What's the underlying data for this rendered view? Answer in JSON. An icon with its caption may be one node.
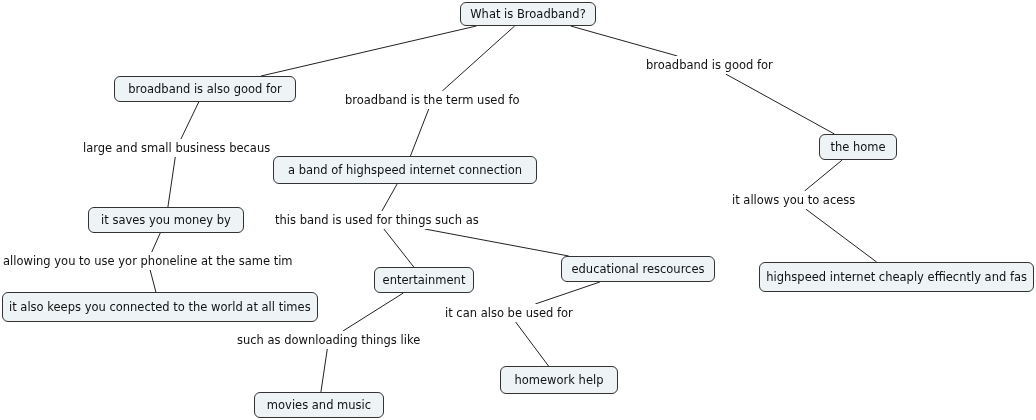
{
  "diagram": {
    "nodes": [
      {
        "text": [
          "What is Broadband?"
        ]
      },
      {
        "text": [
          "broadband is also good for"
        ]
      },
      {
        "text": [
          "broadband is the term used fo"
        ]
      },
      {
        "text": [
          "broadband is good for"
        ]
      },
      {
        "text": [
          "large and small business becaus"
        ]
      },
      {
        "text": [
          "a band of highspeed internet connection"
        ]
      },
      {
        "text": [
          "the home"
        ]
      },
      {
        "text": [
          "this band is used for things such as"
        ]
      },
      {
        "text": [
          "it allows you to acess"
        ]
      },
      {
        "text": [
          "it saves you money by"
        ]
      },
      {
        "text": [
          "allowing you to use yor phoneline at the same tim"
        ]
      },
      {
        "text": [
          "entertainment"
        ]
      },
      {
        "text": [
          "educational rescources"
        ]
      },
      {
        "text": [
          "highspeed internet cheaply effiecntly and fas"
        ]
      },
      {
        "text": [
          "it also keeps you connected to the world at all times"
        ]
      },
      {
        "text": [
          "it can also be used for"
        ]
      },
      {
        "text": [
          "such as downloading things like"
        ]
      },
      {
        "text": [
          "homework help"
        ]
      },
      {
        "text": [
          "movies and music"
        ]
      }
    ],
    "edges": [
      {
        "from": 0,
        "to": 1,
        "arrow": "none"
      },
      {
        "from": 0,
        "to": 2,
        "arrow": "none"
      },
      {
        "from": 2,
        "to": 5,
        "arrow": "none"
      },
      {
        "from": 0,
        "to": 3,
        "arrow": "none"
      },
      {
        "from": 3,
        "to": 6,
        "arrow": "none"
      },
      {
        "from": 1,
        "to": 4,
        "arrow": "none"
      },
      {
        "from": 4,
        "to": 9,
        "arrow": "none"
      },
      {
        "from": 5,
        "to": 7,
        "arrow": "none"
      },
      {
        "from": 7,
        "to": 11,
        "arrow": "none"
      },
      {
        "from": 7,
        "to": 12,
        "arrow": "none"
      },
      {
        "from": 6,
        "to": 8,
        "arrow": "none"
      },
      {
        "from": 8,
        "to": 13,
        "arrow": "none"
      },
      {
        "from": 9,
        "to": 10,
        "arrow": "none"
      },
      {
        "from": 10,
        "to": 14,
        "arrow": "none"
      },
      {
        "from": 12,
        "to": 15,
        "arrow": "none"
      },
      {
        "from": 15,
        "to": 17,
        "arrow": "none"
      },
      {
        "from": 11,
        "to": 16,
        "arrow": "none"
      },
      {
        "from": 16,
        "to": 18,
        "arrow": "none"
      }
    ]
  }
}
